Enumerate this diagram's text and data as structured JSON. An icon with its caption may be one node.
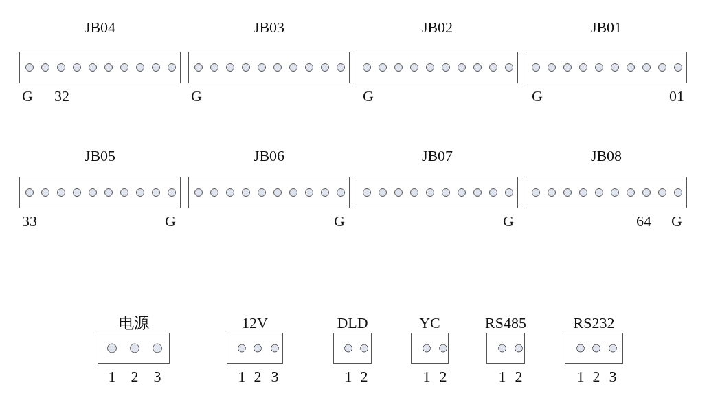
{
  "diagram": {
    "nodes": [
      {
        "text": [
          "JB04"
        ],
        "beside": [
          "G",
          "32"
        ]
      },
      {
        "text": [
          "JB03"
        ],
        "beside": [
          "G"
        ]
      },
      {
        "text": [
          "JB02"
        ],
        "beside": [
          "G"
        ]
      },
      {
        "text": [
          "JB01"
        ],
        "beside": [
          "G",
          "01"
        ]
      },
      {
        "text": [
          "JB05"
        ],
        "beside": [
          "33",
          "G"
        ]
      },
      {
        "text": [
          "JB06"
        ],
        "beside": [
          "G"
        ]
      },
      {
        "text": [
          "JB07"
        ],
        "beside": [
          "G"
        ]
      },
      {
        "text": [
          "JB08"
        ],
        "beside": [
          "64",
          "G"
        ]
      },
      {
        "text": [
          "电源"
        ],
        "beside": [
          "1",
          "2",
          "3"
        ]
      },
      {
        "text": [
          "12V"
        ],
        "beside": [
          "1",
          "2",
          "3"
        ]
      },
      {
        "text": [
          "DLD"
        ],
        "beside": [
          "1",
          "2"
        ]
      },
      {
        "text": [
          "YC"
        ],
        "beside": [
          "1",
          "2"
        ]
      },
      {
        "text": [
          "RS485"
        ],
        "beside": [
          "1",
          "2"
        ]
      },
      {
        "text": [
          "RS232"
        ],
        "beside": [
          "1",
          "2",
          "3"
        ]
      }
    ]
  }
}
